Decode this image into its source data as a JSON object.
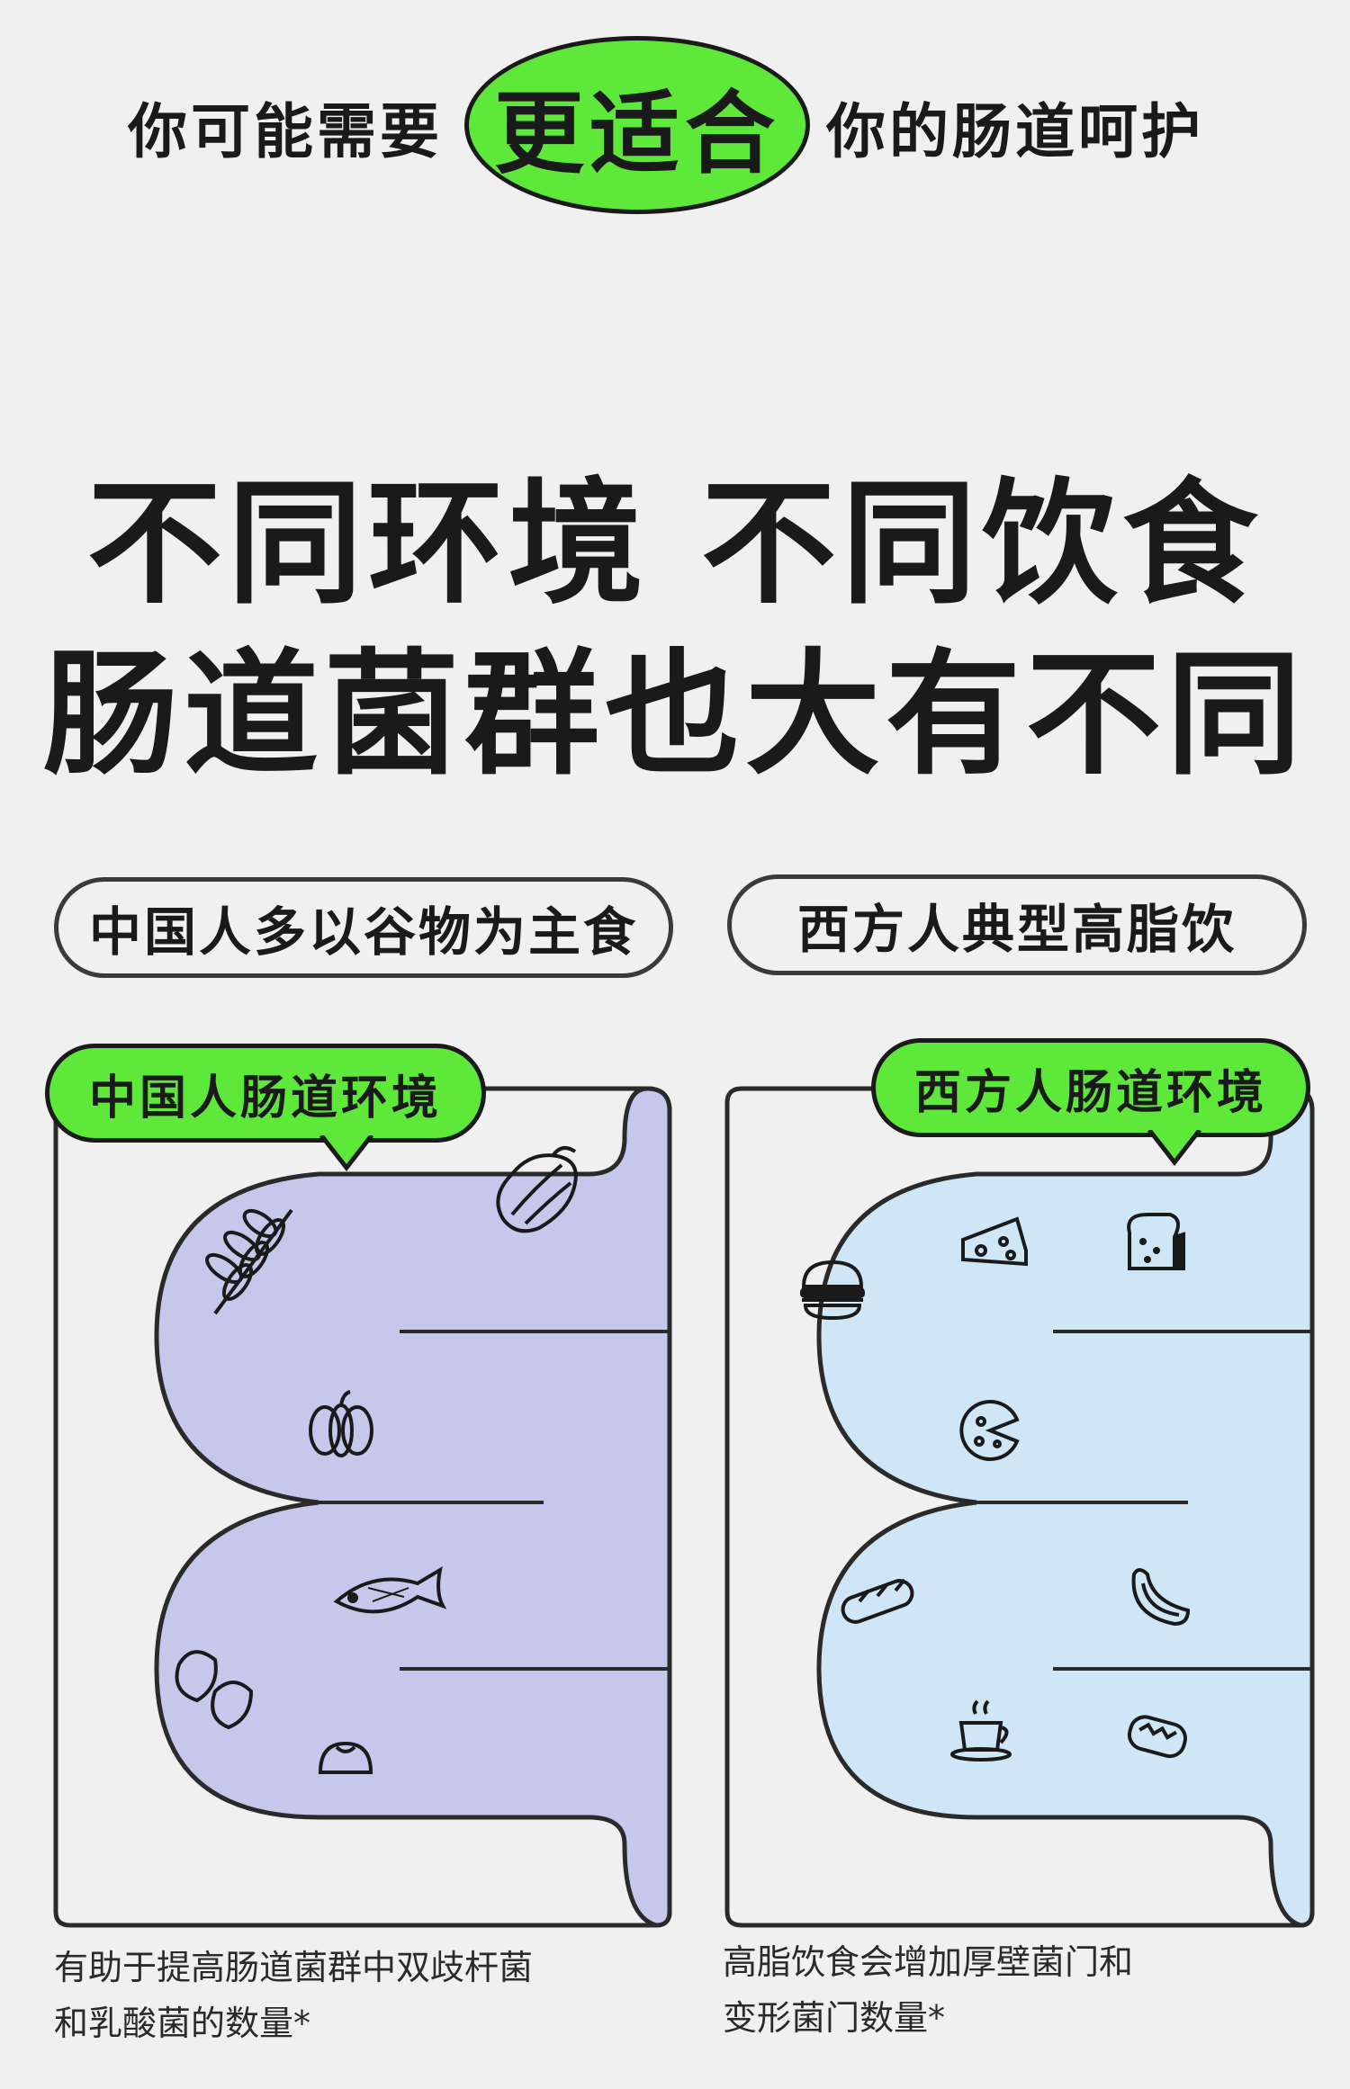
{
  "header": {
    "left_text": "你可能需要",
    "highlight": "更适合",
    "right_text": "你的肠道呵护",
    "highlight_color": "#5ee83a"
  },
  "title": {
    "line1": "不同环境 不同饮食",
    "line2": "肠道菌群也大有不同"
  },
  "categories": {
    "left_label": "中国人多以谷物为主食",
    "right_label": "西方人典型高脂饮"
  },
  "panels": {
    "left": {
      "bubble": "中国人肠道环境",
      "fill": "#c5c8ea",
      "icons": [
        "wheat-icon",
        "cabbage-icon",
        "pumpkin-icon",
        "fish-icon",
        "dumpling-icon",
        "steamed-bun-icon"
      ]
    },
    "right": {
      "bubble": "西方人肠道环境",
      "fill": "#cfe6f7",
      "icons": [
        "hamburger-icon",
        "cheese-icon",
        "toast-icon",
        "pizza-icon",
        "baguette-icon",
        "hotdog-icon",
        "coffee-icon",
        "sandwich-icon"
      ]
    }
  },
  "captions": {
    "left_line1": "有助于提高肠道菌群中双歧杆菌",
    "left_line2": "和乳酸菌的数量*",
    "right_line1": "高脂饮食会增加厚壁菌门和",
    "right_line2": "变形菌门数量*"
  }
}
